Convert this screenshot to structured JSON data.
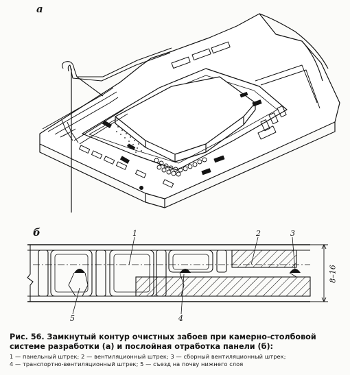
{
  "figure": {
    "label_a": "а",
    "label_b": "б"
  },
  "section_b": {
    "callouts": [
      "1",
      "2",
      "3",
      "4",
      "5"
    ],
    "dimension": "8–16"
  },
  "caption": {
    "main": "Рис. 56. Замкнутый контур очистных забоев при камерно-столбовой системе разработки (а) и послойная отработка панели (б):",
    "legend_line1": "1 — панельный штрек; 2 — вентиляционный штрек; 3 — сборный вентиляционный штрек;",
    "legend_line2": "4 — транспортно-вентиляционный штрек; 5 — съезд на почву нижнего слоя"
  }
}
